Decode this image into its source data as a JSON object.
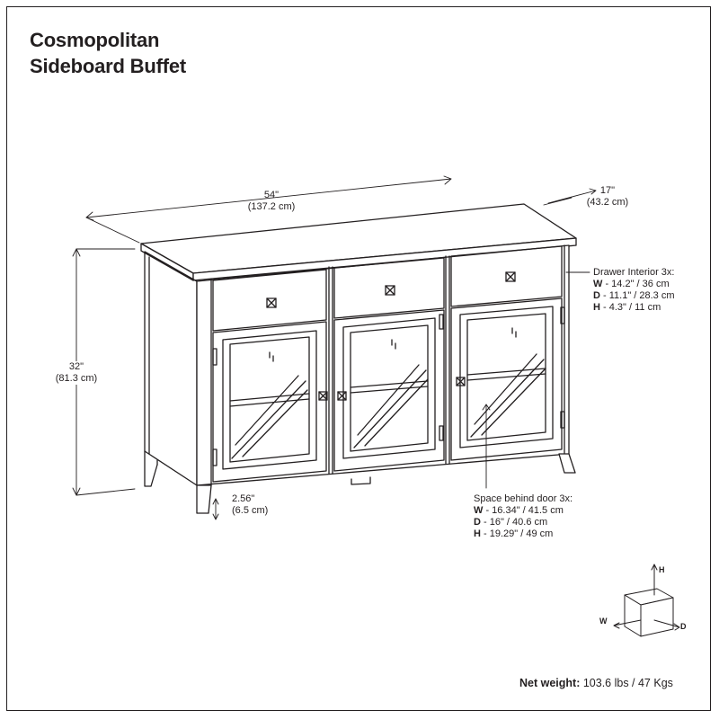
{
  "title": {
    "line1": "Cosmopolitan",
    "line2": "Sideboard Buffet"
  },
  "dimensions": {
    "width": {
      "imperial": "54\"",
      "metric": "(137.2 cm)"
    },
    "depth": {
      "imperial": "17\"",
      "metric": "(43.2 cm)"
    },
    "height": {
      "imperial": "32\"",
      "metric": "(81.3 cm)"
    },
    "leg_clearance": {
      "imperial": "2.56\"",
      "metric": "(6.5 cm)"
    }
  },
  "drawer_interior": {
    "heading": "Drawer Interior 3x:",
    "rows": [
      {
        "key": "W",
        "value": " - 14.2\" / 36 cm"
      },
      {
        "key": "D",
        "value": " - 11.1\" / 28.3 cm"
      },
      {
        "key": "H",
        "value": " - 4.3\" / 11 cm"
      }
    ]
  },
  "space_behind_door": {
    "heading": "Space behind door 3x:",
    "rows": [
      {
        "key": "W",
        "value": " - 16.34\" / 41.5 cm"
      },
      {
        "key": "D",
        "value": " - 16\" / 40.6 cm"
      },
      {
        "key": "H",
        "value": " - 19.29\" / 49 cm"
      }
    ]
  },
  "axis_legend": {
    "h": "H",
    "w": "W",
    "d": "D"
  },
  "net_weight": {
    "label": "Net weight:",
    "value": " 103.6 lbs / 47 Kgs"
  },
  "colors": {
    "line": "#231f20",
    "background": "#ffffff"
  }
}
